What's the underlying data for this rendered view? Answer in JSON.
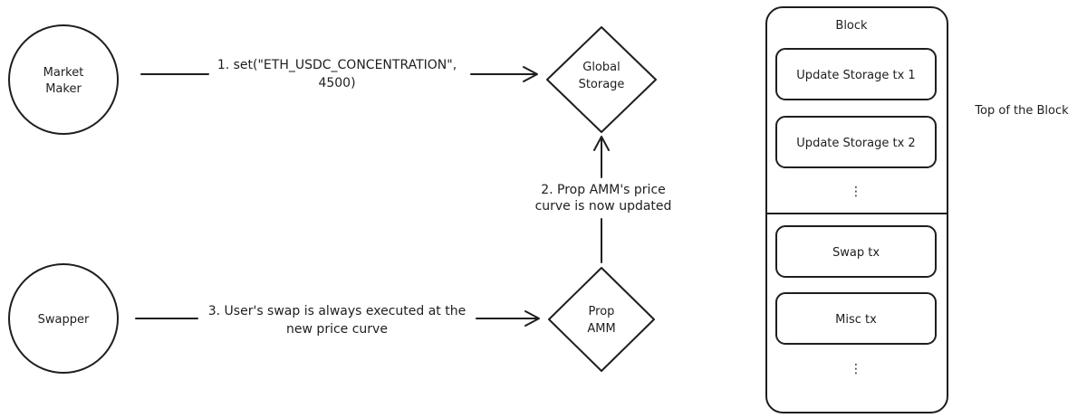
{
  "colors": {
    "yellow": "#f5e79e",
    "green": "#b2f2bb",
    "blue": "#a5d8ff",
    "red": "#ffc9c9",
    "stroke": "#1e1e1e"
  },
  "nodes": {
    "market_maker": {
      "line1": "Market",
      "line2": "Maker"
    },
    "swapper": {
      "label": "Swapper"
    },
    "global_storage": {
      "line1": "Global",
      "line2": "Storage"
    },
    "prop_amm": {
      "line1": "Prop",
      "line2": "AMM"
    }
  },
  "edges": {
    "set": {
      "line1": "1. set(\"ETH_USDC_CONCENTRATION\",",
      "line2": "4500)"
    },
    "update": {
      "line1": "2. Prop AMM's price",
      "line2": "curve is now updated"
    },
    "swap": {
      "line1": "3. User's swap is always executed at the",
      "line2": "new price curve"
    }
  },
  "block": {
    "title": "Block",
    "tx1": "Update Storage tx 1",
    "tx2": "Update Storage tx 2",
    "swap_tx": "Swap tx",
    "misc_tx": "Misc tx",
    "ellipsis": "⋮"
  },
  "side_label": "Top of the Block"
}
